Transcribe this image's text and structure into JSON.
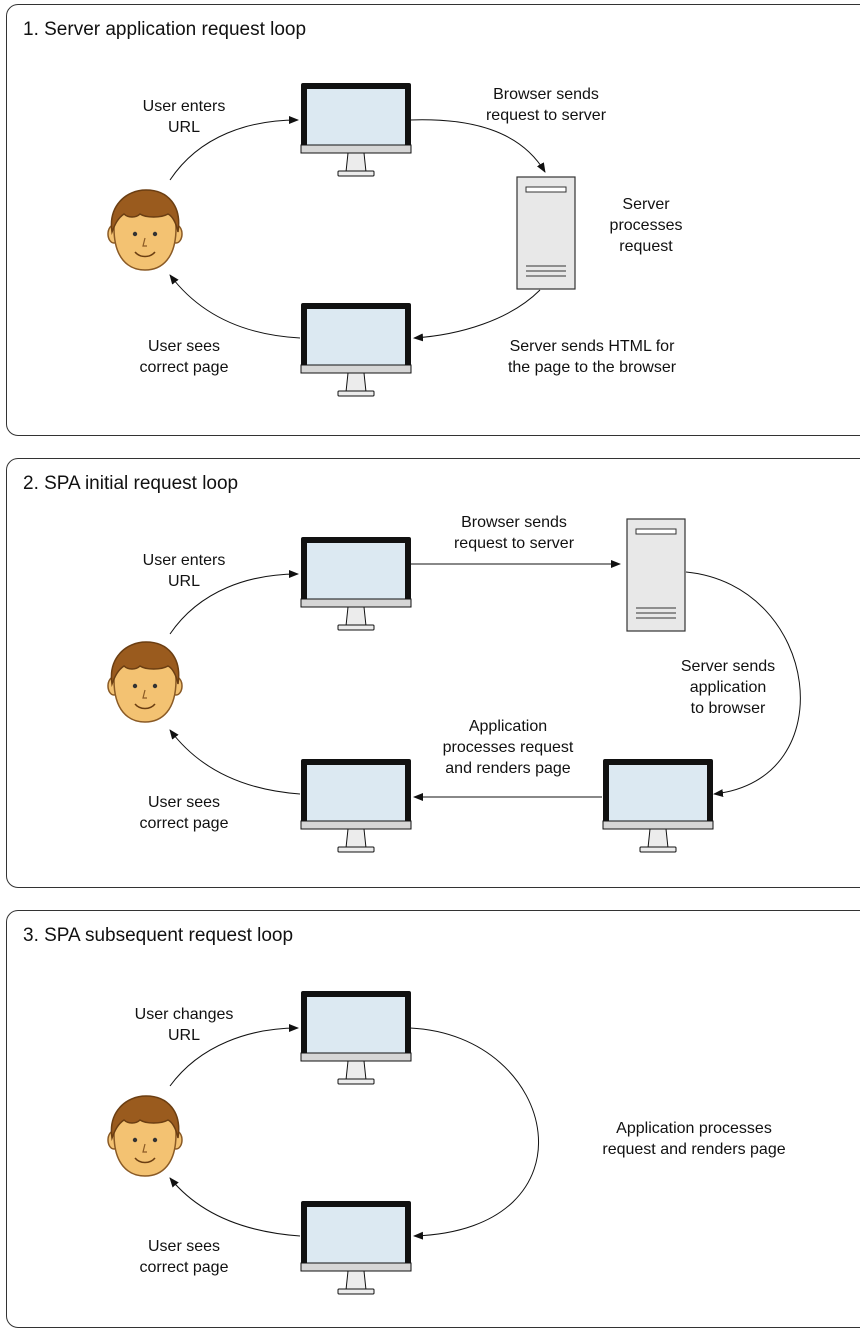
{
  "panels": [
    {
      "title": "1. Server application request loop"
    },
    {
      "title": "2. SPA initial request loop"
    },
    {
      "title": "3. SPA subsequent request loop"
    }
  ],
  "labels": {
    "p1": {
      "user_enters": "User enters\nURL",
      "browser_sends": "Browser sends\nrequest to server",
      "server_processes": "Server\nprocesses\nrequest",
      "server_sends_html": "Server sends HTML for\nthe page to the browser",
      "user_sees": "User sees\ncorrect page"
    },
    "p2": {
      "user_enters": "User enters\nURL",
      "browser_sends": "Browser sends\nrequest to server",
      "server_sends_app": "Server sends\napplication\nto browser",
      "app_processes": "Application\nprocesses request\nand renders page",
      "user_sees": "User sees\ncorrect page"
    },
    "p3": {
      "user_changes": "User changes\nURL",
      "app_processes": "Application processes\nrequest and renders page",
      "user_sees": "User sees\ncorrect page"
    }
  },
  "icons": [
    "user-face-icon",
    "monitor-icon",
    "server-tower-icon"
  ],
  "colors": {
    "screen": "#dce9f2",
    "monitor_frame": "#111111",
    "monitor_chin": "#d6d6d6",
    "server_body": "#e8e8e8",
    "skin": "#f3c272",
    "hair": "#9a5b1e",
    "arrow": "#111111"
  }
}
